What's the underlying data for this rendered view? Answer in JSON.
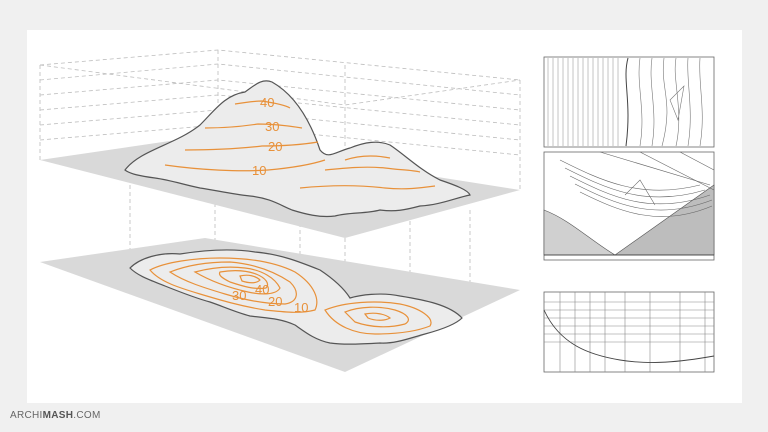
{
  "upper_labels": [
    "40",
    "30",
    "20",
    "10"
  ],
  "lower_labels": [
    "40",
    "30",
    "20",
    "10"
  ],
  "credit": {
    "prefix": "ARCHI",
    "bold": "MASH",
    "suffix": ".COM"
  },
  "colors": {
    "contour": "#e8913a",
    "plane": "#d9d9d9",
    "terrain": "#ececec",
    "dash": "#bdbdbd",
    "ink": "#555555"
  }
}
